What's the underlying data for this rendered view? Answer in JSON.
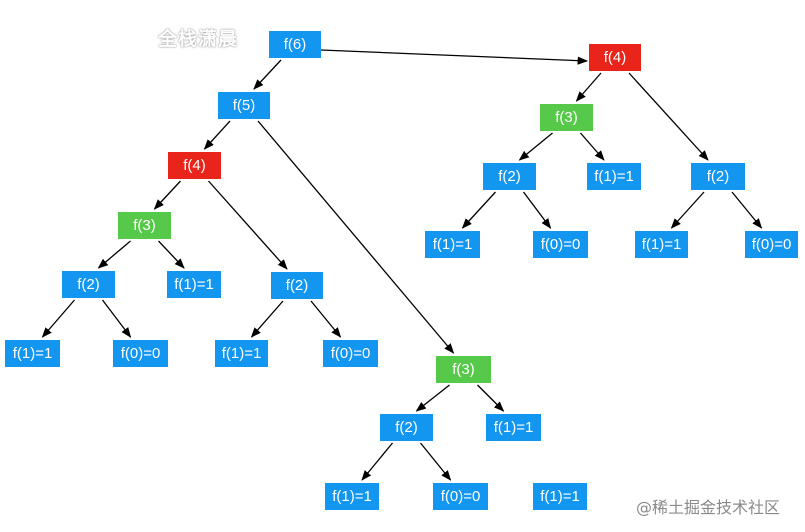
{
  "watermarks": {
    "top": "全栈潇晨",
    "bottom": "@稀土掘金技术社区"
  },
  "colors": {
    "default": "#1296f0",
    "repeated": "#e8241b",
    "memo": "#57c94a",
    "edge": "#000000"
  },
  "nodes": [
    {
      "id": "n1",
      "label": "f(6)",
      "kind": "default"
    },
    {
      "id": "n2",
      "label": "f(5)",
      "kind": "default"
    },
    {
      "id": "n3",
      "label": "f(4)",
      "kind": "repeated"
    },
    {
      "id": "n4",
      "label": "f(3)",
      "kind": "memo"
    },
    {
      "id": "n5",
      "label": "f(2)",
      "kind": "default"
    },
    {
      "id": "n6",
      "label": "f(1)=1",
      "kind": "default"
    },
    {
      "id": "n7",
      "label": "f(2)",
      "kind": "default"
    },
    {
      "id": "n8",
      "label": "f(1)=1",
      "kind": "default"
    },
    {
      "id": "n9",
      "label": "f(0)=0",
      "kind": "default"
    },
    {
      "id": "n10",
      "label": "f(1)=1",
      "kind": "default"
    },
    {
      "id": "n11",
      "label": "f(0)=0",
      "kind": "default"
    },
    {
      "id": "n12",
      "label": "f(3)",
      "kind": "memo"
    },
    {
      "id": "n13",
      "label": "f(2)",
      "kind": "default"
    },
    {
      "id": "n14",
      "label": "f(1)=1",
      "kind": "default"
    },
    {
      "id": "n15",
      "label": "f(1)=1",
      "kind": "default"
    },
    {
      "id": "n16",
      "label": "f(0)=0",
      "kind": "default"
    },
    {
      "id": "n17",
      "label": "f(1)=1",
      "kind": "default"
    },
    {
      "id": "n18",
      "label": "f(4)",
      "kind": "repeated"
    },
    {
      "id": "n19",
      "label": "f(3)",
      "kind": "memo"
    },
    {
      "id": "n20",
      "label": "f(2)",
      "kind": "default"
    },
    {
      "id": "n21",
      "label": "f(1)=1",
      "kind": "default"
    },
    {
      "id": "n22",
      "label": "f(2)",
      "kind": "default"
    },
    {
      "id": "n23",
      "label": "f(1)=1",
      "kind": "default"
    },
    {
      "id": "n24",
      "label": "f(0)=0",
      "kind": "default"
    },
    {
      "id": "n25",
      "label": "f(1)=1",
      "kind": "default"
    },
    {
      "id": "n26",
      "label": "f(0)=0",
      "kind": "default"
    }
  ],
  "edges": [
    [
      "n1",
      "n2"
    ],
    [
      "n1",
      "n18"
    ],
    [
      "n2",
      "n3"
    ],
    [
      "n2",
      "n12"
    ],
    [
      "n3",
      "n4"
    ],
    [
      "n3",
      "n7"
    ],
    [
      "n4",
      "n5"
    ],
    [
      "n4",
      "n6"
    ],
    [
      "n5",
      "n8"
    ],
    [
      "n5",
      "n9"
    ],
    [
      "n7",
      "n10"
    ],
    [
      "n7",
      "n11"
    ],
    [
      "n12",
      "n13"
    ],
    [
      "n12",
      "n14"
    ],
    [
      "n13",
      "n15"
    ],
    [
      "n13",
      "n16"
    ],
    [
      "n18",
      "n19"
    ],
    [
      "n18",
      "n22"
    ],
    [
      "n19",
      "n20"
    ],
    [
      "n19",
      "n21"
    ],
    [
      "n20",
      "n23"
    ],
    [
      "n20",
      "n24"
    ],
    [
      "n22",
      "n25"
    ],
    [
      "n22",
      "n26"
    ]
  ]
}
